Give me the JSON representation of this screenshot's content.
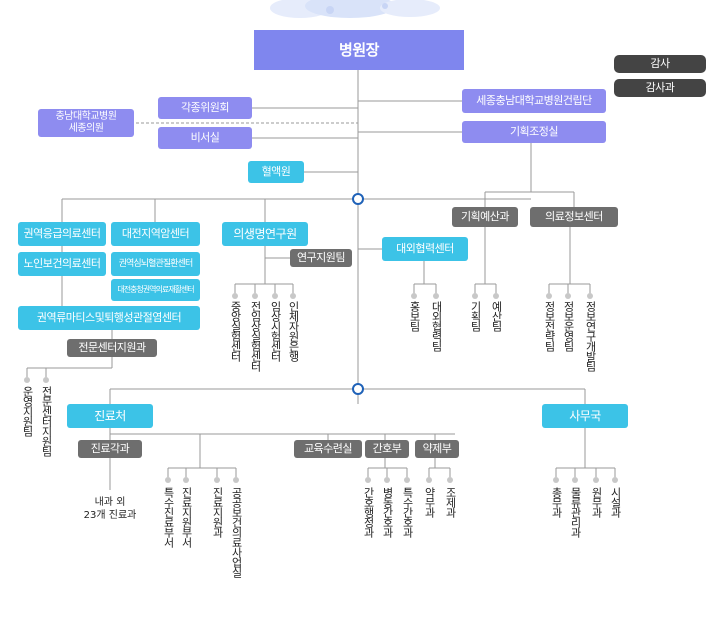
{
  "top": {
    "director": "병원장",
    "audit": "감사",
    "audit_dept": "감사과",
    "committees": "각종위원회",
    "secretariat": "비서실",
    "chungnam_sejong": "충남대학교병원\n세종의원",
    "sejong_construction": "세종충남대학교병원건립단",
    "planning_office": "기획조정실",
    "blood_center": "혈액원"
  },
  "planning": {
    "budget_dept": "기획예산과",
    "info_center": "의료정보센터",
    "budget_teams": [
      "기획팀",
      "예산팀"
    ],
    "info_teams": [
      "정보전략팀",
      "정보운영팀",
      "정보연구개발팀"
    ]
  },
  "centers": {
    "regional_emergency": "권역응급의료센터",
    "daejeon_cancer": "대전지역암센터",
    "elderly_health": "노인보건의료센터",
    "cardio": "권역심뇌혈관질환센터",
    "rehab": "대전충청권역의료재활센터",
    "rheumatism": "권역류마티스및퇴행성관절염센터",
    "support_dept": "전문센터지원과",
    "support_teams": [
      "운영지원팀",
      "전문센터지원팀"
    ]
  },
  "research": {
    "institute": "의생명연구원",
    "support": "연구지원팀",
    "teams": [
      "중앙실험센터",
      "전임상실험센터",
      "임상시험센터",
      "인체자원은행"
    ]
  },
  "external": {
    "cooperation": "대외협력센터",
    "teams": [
      "홍보팀",
      "대외협력팀"
    ]
  },
  "clinical": {
    "office": "진료처",
    "departments": "진료각과",
    "dept_text": "내과 외\n23개 진료과",
    "teams": [
      "특수진료부서",
      "진료지원부서",
      "진료지원과",
      "공공보건의료사업실"
    ]
  },
  "education": "교육수련실",
  "nursing": {
    "dept": "간호부",
    "teams": [
      "간호행정과",
      "병동간호과",
      "특수간호과"
    ]
  },
  "pharmacy": {
    "dept": "약제부",
    "teams": [
      "약무과",
      "조제과"
    ]
  },
  "admin": {
    "office": "사무국",
    "teams": [
      "총무과",
      "물류관리과",
      "원무과",
      "시설과"
    ]
  },
  "colors": {
    "purple": "#8e8cf0",
    "cyan": "#3cc3e7",
    "gray": "#6e6e6e",
    "dark": "#444444",
    "line": "#9a9a9a",
    "node": "#1f62b8"
  }
}
